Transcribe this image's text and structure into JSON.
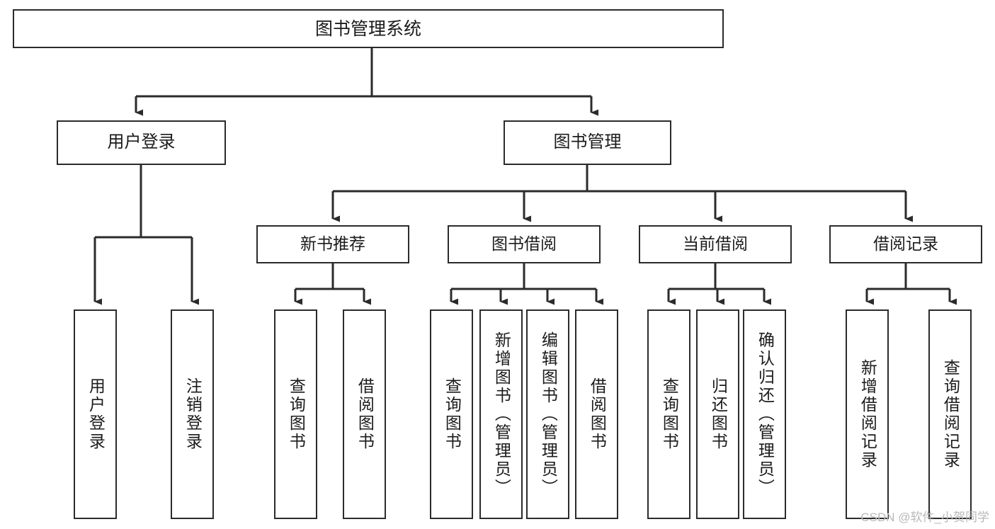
{
  "diagram": {
    "title": "图书管理系统",
    "type": "tree-hierarchy",
    "watermark": "CSDN @软件_小贺同学",
    "colors": {
      "background": "#ffffff",
      "stroke": "#2b2b2b",
      "text": "#1b1b1b",
      "watermark": "#b9b9b9"
    },
    "root": {
      "label": "图书管理系统"
    },
    "level1": [
      {
        "label": "用户登录"
      },
      {
        "label": "图书管理"
      }
    ],
    "level2": [
      {
        "label": "新书推荐"
      },
      {
        "label": "图书借阅"
      },
      {
        "label": "当前借阅"
      },
      {
        "label": "借阅记录"
      }
    ],
    "leaves": {
      "user_login": [
        {
          "label": "用户登录"
        },
        {
          "label": "注销登录"
        }
      ],
      "new_book_recommend": [
        {
          "label": "查询图书"
        },
        {
          "label": "借阅图书"
        }
      ],
      "book_borrow": [
        {
          "label": "查询图书"
        },
        {
          "label": "新增图书（管理员）"
        },
        {
          "label": "编辑图书（管理员）"
        },
        {
          "label": "借阅图书"
        }
      ],
      "current_borrow": [
        {
          "label": "查询图书"
        },
        {
          "label": "归还图书"
        },
        {
          "label": "确认归还（管理员）"
        }
      ],
      "borrow_record": [
        {
          "label": "新增借阅记录"
        },
        {
          "label": "查询借阅记录"
        }
      ]
    }
  }
}
